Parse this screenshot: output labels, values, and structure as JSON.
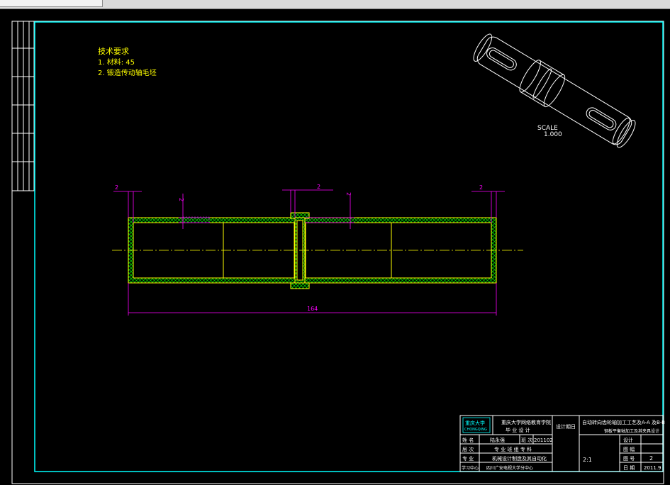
{
  "notes": {
    "heading": "技术要求",
    "line1": "1. 材料: 45",
    "line2": "2. 锻造传动轴毛坯"
  },
  "iso_view": {
    "scale_label": "SCALE",
    "scale_value": "1.000"
  },
  "dimensions": {
    "left_wall": "2",
    "top_wall_left": "2",
    "center_groove": "2",
    "top_wall_center": "2",
    "right_wall": "2",
    "overall_length": "164"
  },
  "title_block": {
    "school": "重庆大学网络教育学院",
    "design_label": "毕 业 设 计",
    "project": "自动转向齿轮轴加工工艺及A-A 及B-B",
    "project_line2": "钢板平衡轴加工及其夹具设计",
    "logo_text": "重庆大学",
    "logo_sub": "CHONGQING",
    "design_date_label": "设计期日",
    "row1": [
      "姓 名",
      "陆永强",
      "班 次",
      "201102"
    ],
    "row2": [
      "层 次",
      "专 业 班 组 专 科"
    ],
    "row3": [
      "专 业",
      "机械设计制造及其自动化"
    ],
    "row4": [
      "学习中心",
      "四川广安电视大学分中心"
    ],
    "scale": "2:1",
    "right_labels": [
      "设计",
      "图 幅",
      "图 号",
      "日 期"
    ],
    "sheet_no": "2",
    "date": "2011.9"
  },
  "colors": {
    "frame": "#00ffff",
    "dimension": "#ff00ff",
    "part_outline": "#ffff00",
    "hatch": "#00ff00",
    "centerline": "#ffff00"
  }
}
